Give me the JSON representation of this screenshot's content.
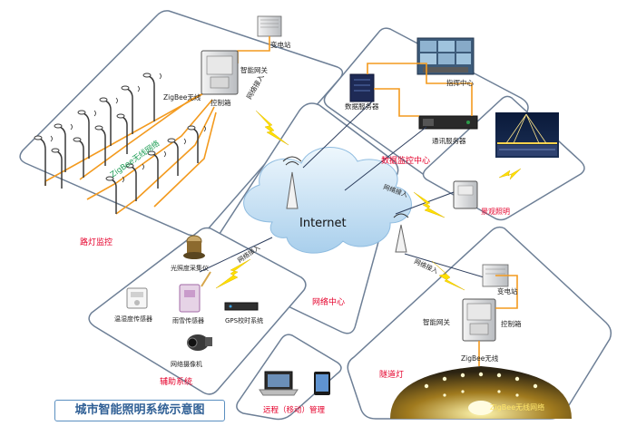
{
  "title": "城市智能照明系统示意图",
  "center": {
    "label": "Internet"
  },
  "sections": {
    "street": "路灯监控",
    "monitor": "数据监控中心",
    "landscape": "景观照明",
    "network": "网络中心",
    "aux": "辅助系统",
    "remote": "远程（移动）管理",
    "tunnel": "隧道灯"
  },
  "labels": {
    "substation_top": "变电站",
    "gateway_top": "智能网关",
    "zigbee_top": "ZigBee无线",
    "cabinet_top": "控制箱",
    "zigbee_net_diag": "ZigBee无线网络",
    "net_access_1": "网络接入",
    "net_access_2": "网络接入",
    "net_access_3": "网络接入",
    "net_access_4": "网络接入",
    "data_server": "数据服务器",
    "command_center": "指挥中心",
    "comm_server": "通讯服务器",
    "light_sensor": "光照度采集仪",
    "temp_humidity": "温湿度传感器",
    "rain_snow": "雨雪传感器",
    "gps": "GPS校时系统",
    "camera": "网络摄像机",
    "substation_br": "变电站",
    "gateway_br": "智能网关",
    "cabinet_br": "控制箱",
    "zigbee_br": "ZigBee无线",
    "zigbee_net_tunnel": "ZigBee无线网络"
  },
  "colors": {
    "panel_border": "#6d7f96",
    "section_text": "#e5002b",
    "wire": "#f39a1e",
    "zigbee_text": "#1e9e56",
    "cloud": "#cfe6f6",
    "lightning": "#ffe000"
  }
}
